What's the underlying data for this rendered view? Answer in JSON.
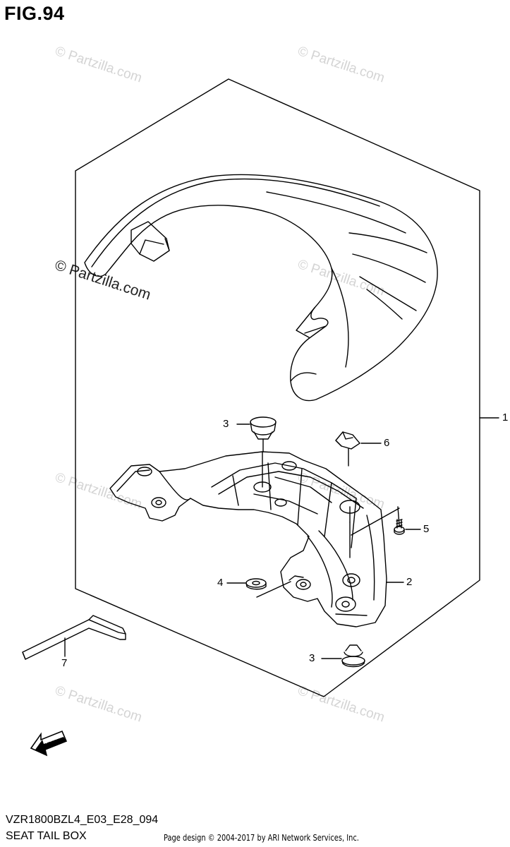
{
  "figure": {
    "title": "FIG.94",
    "model_code": "VZR1800BZL4_E03_E28_094",
    "caption": "SEAT TAIL BOX",
    "credit": "Page design © 2004-2017 by ARI Network Services, Inc."
  },
  "watermark": {
    "text": "© Partzilla.com"
  },
  "fwd_label": "FWD",
  "callouts": [
    {
      "id": "1",
      "label": "1"
    },
    {
      "id": "2",
      "label": "2"
    },
    {
      "id": "3a",
      "label": "3"
    },
    {
      "id": "3b",
      "label": "3"
    },
    {
      "id": "4",
      "label": "4"
    },
    {
      "id": "5",
      "label": "5"
    },
    {
      "id": "6",
      "label": "6"
    },
    {
      "id": "7",
      "label": "7"
    }
  ],
  "colors": {
    "line": "#000000",
    "watermark": "#d4d4d4",
    "background": "#ffffff"
  }
}
